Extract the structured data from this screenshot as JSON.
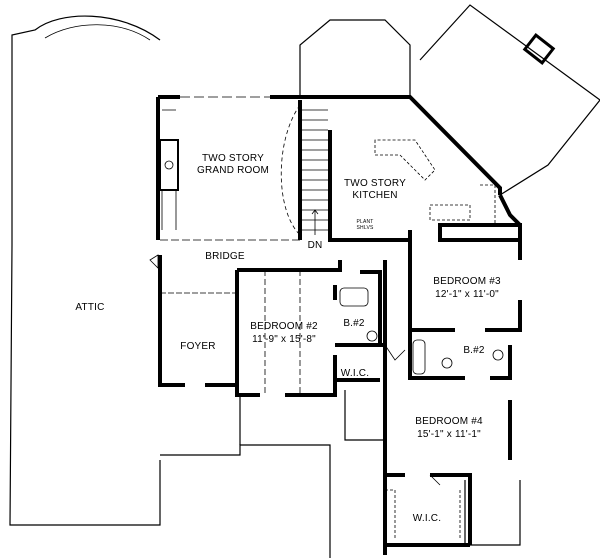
{
  "rooms": {
    "attic": "ATTIC",
    "grand_room": "TWO STORY\nGRAND ROOM",
    "kitchen": "TWO STORY\nKITCHEN",
    "plant_shelves": "PLANT\nSHLVS",
    "stair_dn": "DN",
    "bridge": "BRIDGE",
    "foyer": "FOYER",
    "bedroom2": {
      "name": "BEDROOM #2",
      "size": "11'-9\" x 15'-8\""
    },
    "bath2a": "B.#2",
    "wic1": "W.I.C.",
    "bedroom3": {
      "name": "BEDROOM #3",
      "size": "12'-1\" x 11'-0\""
    },
    "bath2b": "B.#2",
    "bedroom4": {
      "name": "BEDROOM #4",
      "size": "15'-1\" x 11'-1\""
    },
    "wic2": "W.I.C."
  },
  "colors": {
    "line": "#000000",
    "background": "#ffffff"
  }
}
